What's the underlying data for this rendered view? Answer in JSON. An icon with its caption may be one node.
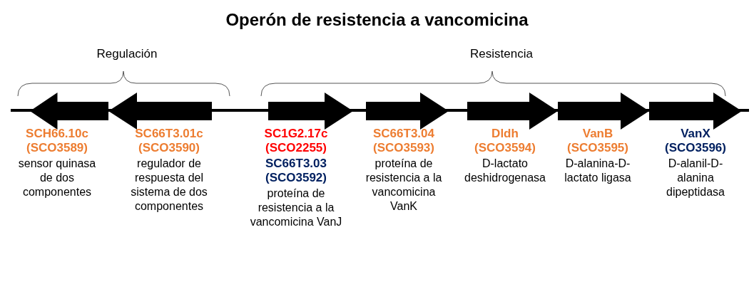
{
  "diagram": {
    "title": "Operón de resistencia a vancomicina",
    "nodes": [
      {
        "text": [
          "SCH66.10c (SCO3589)",
          "sensor quinasa de dos componentes"
        ]
      },
      {
        "text": [
          "SC66T3.01c (SCO3590)",
          "regulador de respuesta del sistema de dos componentes"
        ]
      },
      {
        "text": [
          "SC1G2.17c (SCO2255)",
          "SC66T3.03 (SCO3592)",
          "proteína de resistencia a la vancomicina VanJ"
        ]
      },
      {
        "text": [
          "SC66T3.04 (SCO3593)",
          "proteína de resistencia a la vancomicina VanK"
        ]
      },
      {
        "text": [
          "Dldh (SCO3594)",
          "D-lactato deshidrogenasa"
        ]
      },
      {
        "text": [
          "VanB (SCO3595)",
          "D-alanina-D-lactato ligasa"
        ]
      },
      {
        "text": [
          "VanX (SCO3596)",
          "D-alanil-D-alanina dipeptidasa"
        ]
      }
    ],
    "labels": [
      "Regulación",
      "Resistencia"
    ]
  }
}
